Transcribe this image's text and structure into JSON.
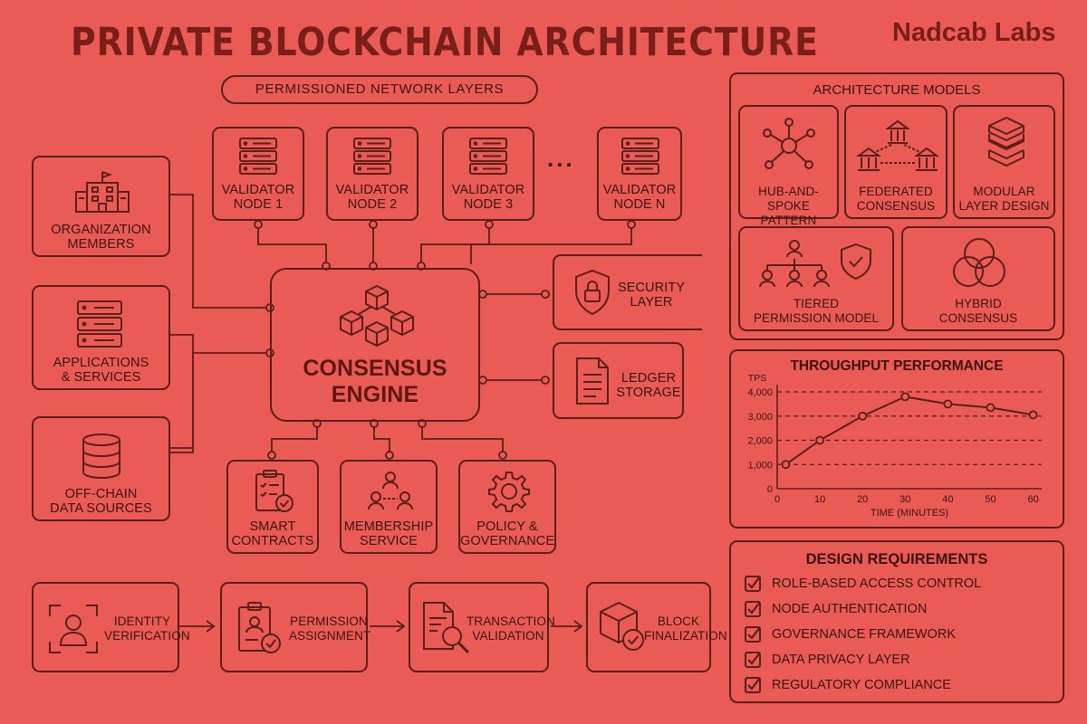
{
  "title": "PRIVATE BLOCKCHAIN ARCHITECTURE",
  "brand": "Nadcab Labs",
  "subtitle": "PERMISSIONED NETWORK LAYERS",
  "participants": [
    {
      "line1": "ORGANIZATION",
      "line2": "MEMBERS",
      "icon": "building-icon"
    },
    {
      "line1": "APPLICATIONS",
      "line2": "& SERVICES",
      "icon": "server-icon"
    },
    {
      "line1": "OFF-CHAIN",
      "line2": "DATA SOURCES",
      "icon": "database-icon"
    }
  ],
  "validators": [
    {
      "line1": "VALIDATOR",
      "line2": "NODE 1"
    },
    {
      "line1": "VALIDATOR",
      "line2": "NODE 2"
    },
    {
      "line1": "VALIDATOR",
      "line2": "NODE 3"
    },
    {
      "line1": "VALIDATOR",
      "line2": "NODE N"
    }
  ],
  "validator_ellipsis": "...",
  "consensus": {
    "line1": "CONSENSUS",
    "line2": "ENGINE",
    "icon": "cubes-icon"
  },
  "side_layers": [
    {
      "line1": "SECURITY",
      "line2": "LAYER",
      "icon": "shield-lock-icon"
    },
    {
      "line1": "LEDGER",
      "line2": "STORAGE",
      "icon": "document-icon"
    }
  ],
  "services": [
    {
      "line1": "SMART",
      "line2": "CONTRACTS",
      "icon": "clipboard-check-icon"
    },
    {
      "line1": "MEMBERSHIP",
      "line2": "SERVICE",
      "icon": "users-network-icon"
    },
    {
      "line1": "POLICY &",
      "line2": "GOVERNANCE",
      "icon": "gear-icon"
    }
  ],
  "flow": [
    {
      "line1": "IDENTITY",
      "line2": "VERIFICATION",
      "icon": "user-scan-icon"
    },
    {
      "line1": "PERMISSION",
      "line2": "ASSIGNMENT",
      "icon": "badge-check-icon"
    },
    {
      "line1": "TRANSACTION",
      "line2": "VALIDATION",
      "icon": "document-search-icon"
    },
    {
      "line1": "BLOCK",
      "line2": "FINALIZATION",
      "icon": "cube-check-icon"
    }
  ],
  "models": {
    "title": "ARCHITECTURE MODELS",
    "items": [
      {
        "line1": "HUB-AND-SPOKE",
        "line2": "PATTERN",
        "icon": "hub-icon"
      },
      {
        "line1": "FEDERATED",
        "line2": "CONSENSUS",
        "icon": "federated-icon"
      },
      {
        "line1": "MODULAR",
        "line2": "LAYER DESIGN",
        "icon": "layers-icon"
      },
      {
        "line1": "TIERED",
        "line2": "PERMISSION MODEL",
        "icon": "org-shield-icon"
      },
      {
        "line1": "HYBRID",
        "line2": "CONSENSUS",
        "icon": "venn-icon"
      }
    ]
  },
  "chart_data": {
    "type": "line",
    "title": "THROUGHPUT PERFORMANCE",
    "ylabel": "TPS",
    "xlabel": "TIME (MINUTES)",
    "x": [
      2,
      10,
      20,
      30,
      40,
      50,
      60
    ],
    "values": [
      1000,
      2000,
      3000,
      3800,
      3500,
      3350,
      3050
    ],
    "xticks": [
      0,
      10,
      20,
      30,
      40,
      50,
      60
    ],
    "yticks": [
      0,
      1000,
      2000,
      3000,
      4000
    ],
    "ytick_labels": [
      "0",
      "1,000",
      "2,000",
      "3,000",
      "4,000"
    ],
    "xlim": [
      0,
      62
    ],
    "ylim": [
      0,
      4000
    ],
    "grid": "dashed-horizontal"
  },
  "requirements": {
    "title": "DESIGN REQUIREMENTS",
    "items": [
      "ROLE-BASED ACCESS CONTROL",
      "NODE AUTHENTICATION",
      "GOVERNANCE FRAMEWORK",
      "DATA PRIVACY LAYER",
      "REGULATORY COMPLIANCE"
    ]
  },
  "colors": {
    "background": "#ea5b55",
    "stroke": "#5b1f1b",
    "title": "#791e19",
    "text": "#3b1411"
  }
}
